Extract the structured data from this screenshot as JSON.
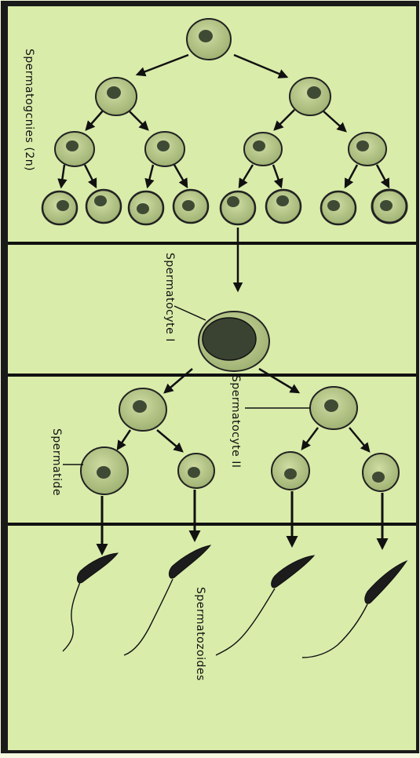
{
  "labels": {
    "spermatogonies": "Spermatogcnies (2n)",
    "spermatocyte1": "Spermatocyte I",
    "spermatocyte2": "Spermatocyte II",
    "spermatide": "Spermatide",
    "spermatozoides": "Spermatozoides"
  },
  "colors": {
    "background": "#d9ecaa",
    "border": "#1a1a1a",
    "cell_fill": "#b9c98a",
    "nucleus_fill": "#3f4a35",
    "ink": "#111111"
  }
}
